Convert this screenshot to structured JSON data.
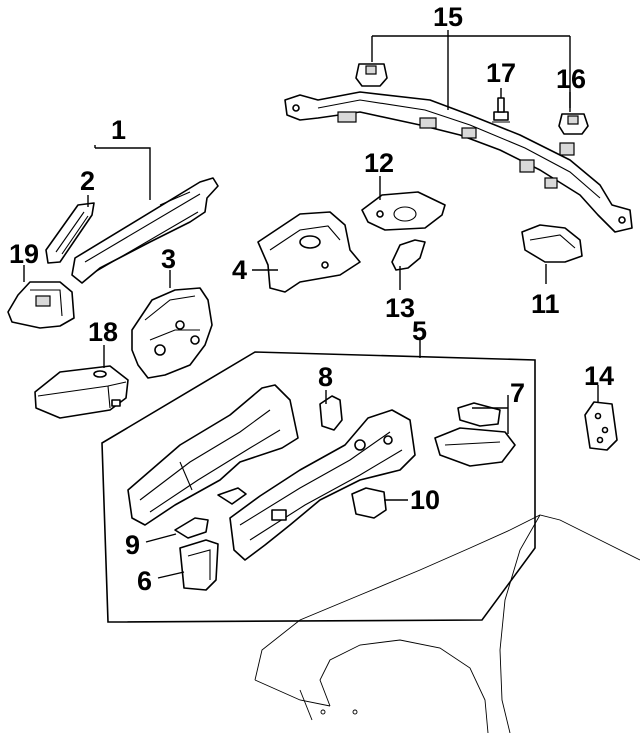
{
  "diagram": {
    "callouts": [
      "15",
      "17",
      "16",
      "1",
      "2",
      "12",
      "19",
      "3",
      "4",
      "13",
      "11",
      "18",
      "5",
      "8",
      "7",
      "14",
      "9",
      "10",
      "6"
    ]
  }
}
